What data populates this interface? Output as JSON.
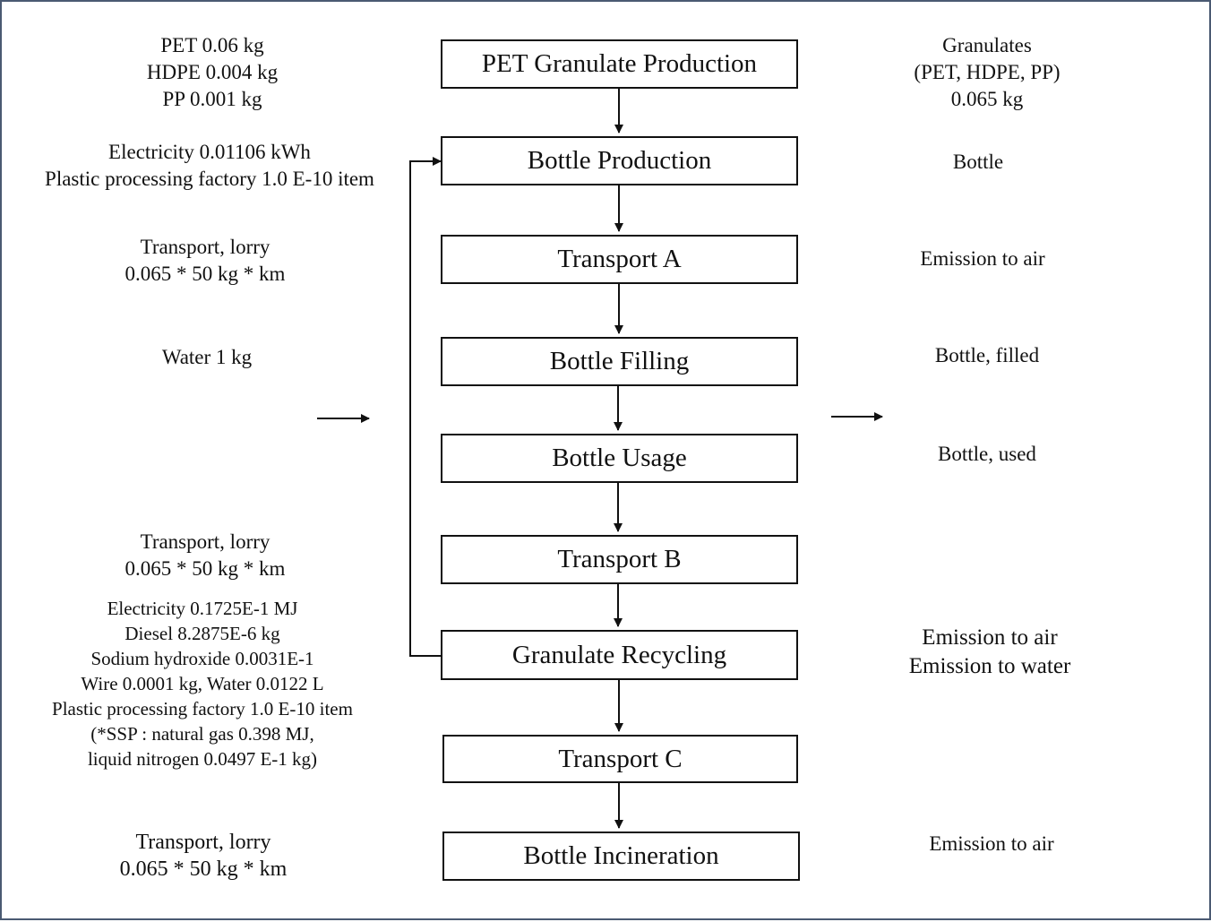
{
  "stages": [
    "PET Granulate Production",
    "Bottle Production",
    "Transport A",
    "Bottle Filling",
    "Bottle Usage",
    "Transport B",
    "Granulate Recycling",
    "Transport C",
    "Bottle Incineration"
  ],
  "inputs": {
    "granulate": [
      "PET 0.06  kg",
      "HDPE 0.004 kg",
      "PP 0.001 kg"
    ],
    "bottle_production": [
      "Electricity 0.01106 kWh",
      "Plastic processing factory 1.0 E-10 item"
    ],
    "transport_a": [
      "Transport, lorry",
      "0.065 * 50 kg * km"
    ],
    "filling": [
      "Water 1 kg"
    ],
    "transport_b": [
      "Transport, lorry",
      "0.065 * 50 kg * km"
    ],
    "recycling": [
      "Electricity 0.1725E-1 MJ",
      "Diesel 8.2875E-6 kg",
      "Sodium hydroxide 0.0031E-1",
      "Wire 0.0001 kg, Water 0.0122 L",
      "Plastic processing factory 1.0 E-10 item",
      "(*SSP : natural gas 0.398 MJ,",
      "liquid nitrogen 0.0497 E-1 kg)"
    ],
    "transport_c": [
      "Transport, lorry",
      "0.065 * 50 kg * km"
    ]
  },
  "outputs": {
    "granulate": [
      "Granulates",
      "(PET, HDPE, PP)",
      "0.065 kg"
    ],
    "bottle_production": [
      "Bottle"
    ],
    "transport_a": [
      "Emission to air"
    ],
    "filling": [
      "Bottle, filled"
    ],
    "usage": [
      "Bottle, used"
    ],
    "recycling": [
      "Emission to air",
      "Emission to water"
    ],
    "incineration": [
      "Emission to air"
    ]
  }
}
